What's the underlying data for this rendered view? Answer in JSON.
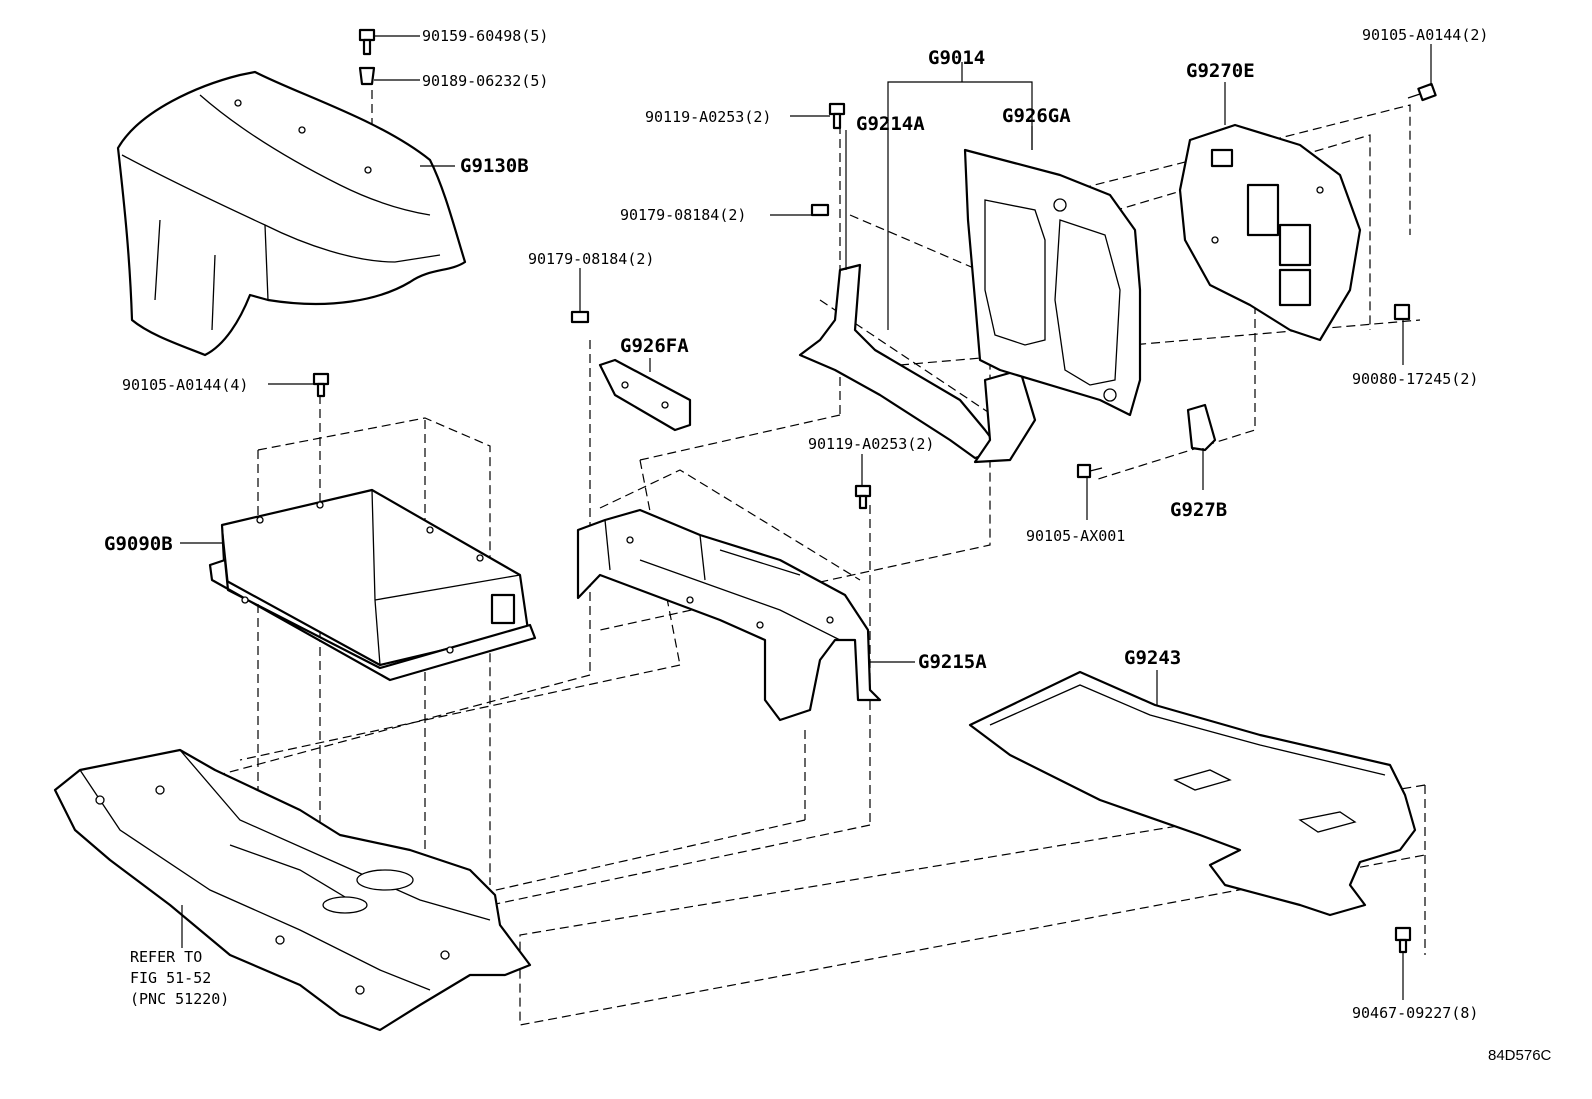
{
  "diagram": {
    "callouts": {
      "bolt_60498": "90159-60498(5)",
      "clip_06232": "90189-06232(5)",
      "cover_g9130b": "G9130B",
      "bolt_a0144_4": "90105-A0144(4)",
      "inverter_g9090b": "G9090B",
      "refer_line1": "REFER TO",
      "refer_line2": "FIG 51-52",
      "refer_line3": "(PNC 51220)",
      "nut_08184_center": "90179-08184(2)",
      "bracket_g926fa": "G926FA",
      "bolt_a0253_top": "90119-A0253(2)",
      "nut_08184_upper": "90179-08184(2)",
      "bracket_g9214a": "G9214A",
      "group_g9014": "G9014",
      "bracket_g926ga": "G926GA",
      "bolt_a0253_mid": "90119-A0253(2)",
      "bracket_g9215a": "G9215A",
      "ecu_g9270e": "G9270E",
      "bolt_a0144_2": "90105-A0144(2)",
      "nut_17245": "90080-17245(2)",
      "bracket_g927b": "G927B",
      "screw_ax001": "90105-AX001",
      "cover_g9243": "G9243",
      "clip_09227": "90467-09227(8)"
    },
    "figure_code": "84D576C"
  }
}
